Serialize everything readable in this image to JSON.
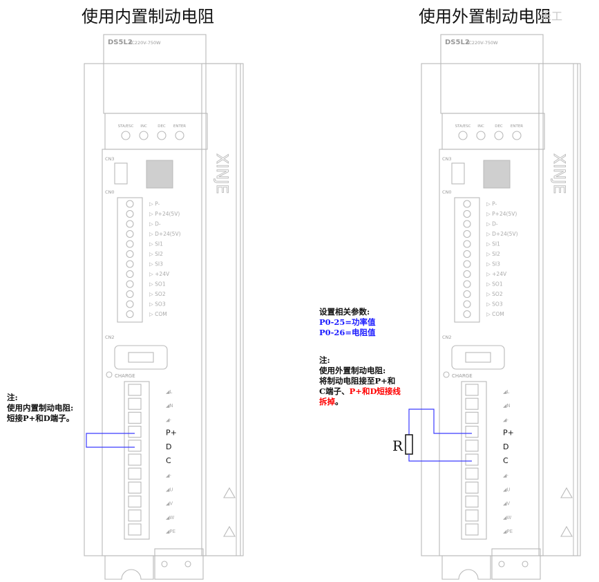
{
  "title_left": "使用内置制动电阻",
  "title_right": "使用外置制动电阻",
  "watermark": "禾工",
  "drive": {
    "model": "DS5L2",
    "rating": "AC220V-750W",
    "keys": [
      "STA/ESC",
      "INC",
      "DEC",
      "ENTER"
    ],
    "brand": "XINJE",
    "port_cn3": "CN3",
    "port_cn0": "CN0",
    "port_cn2": "CN2",
    "cn0_pins": [
      "P-",
      "P+24(5V)",
      "D-",
      "D+24(5V)",
      "SI1",
      "SI2",
      "SI3",
      "+24V",
      "SO1",
      "SO2",
      "SO3",
      "COM"
    ],
    "charge": "CHARGE",
    "power_terminals": [
      "L",
      "N",
      "-",
      "P+",
      "D",
      "C",
      "-",
      "U",
      "V",
      "W",
      "PE"
    ]
  },
  "left_note": {
    "heading": "注:",
    "line1": "使用内置制动电阻:",
    "line2": "短接P+和D端子。"
  },
  "right_params": {
    "heading": "设置相关参数:",
    "p1": "P0-25=功率值",
    "p2": "P0-26=电阻值"
  },
  "right_note": {
    "heading": "注:",
    "line1": "使用外置制动电阻:",
    "line2": "将制动电阻接至P+和",
    "line3_black": "C端子、",
    "line3_red": "P+和D短接线",
    "line4_red": "拆掉",
    "line4_black": "。"
  },
  "resistor_label": "R",
  "colors": {
    "wire": "#3a3aff",
    "highlight": "#ff0000",
    "param": "#1a1aff",
    "outline": "#b9b9b9"
  }
}
